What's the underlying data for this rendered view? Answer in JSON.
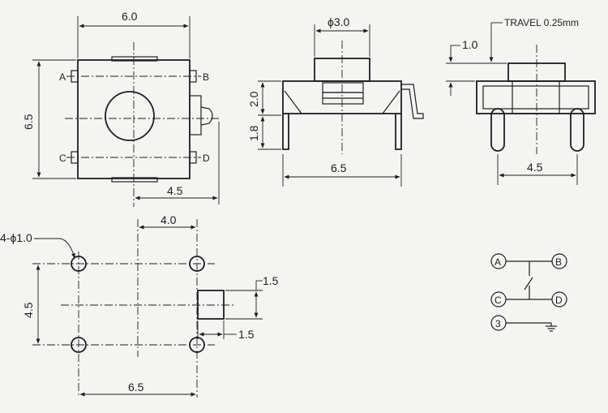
{
  "top_view": {
    "dim_width": "6.0",
    "dim_height": "6.5",
    "dim_offset": "4.5",
    "pin_a": "A",
    "pin_b": "B",
    "pin_c": "C",
    "pin_d": "D"
  },
  "front_view": {
    "dim_button_dia": "ϕ3.0",
    "dim_button_h": "2.0",
    "dim_body_h": "1.8",
    "dim_width": "6.5"
  },
  "side_view": {
    "travel": "TRAVEL 0.25mm",
    "dim_cap": "1.0",
    "dim_pin_spacing": "4.5"
  },
  "pcb_layout": {
    "hole_note": "4-ϕ1.0",
    "dim_top": "4.0",
    "dim_left": "4.5",
    "dim_bottom": "6.5",
    "dim_pad_h": "1.5",
    "dim_pad_w": "1.5"
  },
  "schematic": {
    "node_a": "A",
    "node_b": "B",
    "node_c": "C",
    "node_d": "D",
    "node_3": "3"
  }
}
